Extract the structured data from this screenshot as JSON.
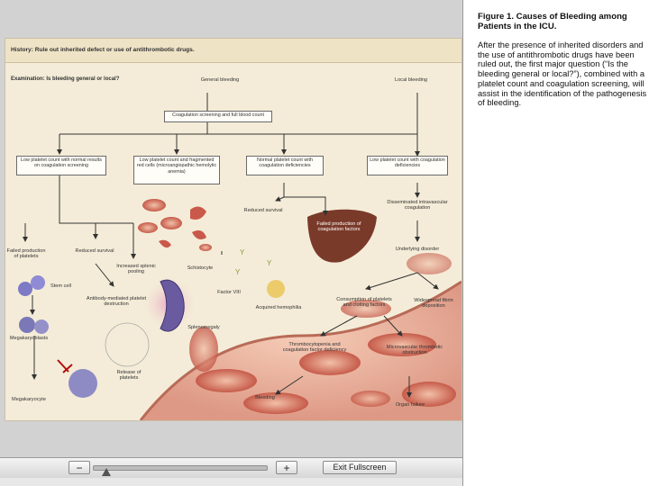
{
  "sidebar": {
    "figure_title": "Figure 1. Causes of Bleeding among Patients in the ICU.",
    "caption": "After the presence of inherited disorders and the use of antithrombotic drugs have been ruled out, the first major question (“Is the bleeding general or local?”), combined with a platelet count and coagulation screening, will assist in the identification of the pathogenesis of bleeding."
  },
  "figure": {
    "history": "History: Rule out inherited defect or use of antithrombotic drugs.",
    "examination": "Examination: Is bleeding general or local?",
    "general": "General bleeding",
    "local": "Local bleeding",
    "coag_box": "Coagulation screening and full blood count",
    "box1": "Low platelet count with normal results on coagulation screening",
    "box2": "Low platelet count and fragmented red cells (microangiopathic hemolytic anemia)",
    "box3": "Normal platelet count with coagulation deficiencies",
    "box4": "Low platelet count with coagulation deficiencies",
    "failed_platelets": "Failed production of platelets",
    "reduced_survival_a": "Reduced survival",
    "increased_pooling": "Increased splenic pooling",
    "schistocyte": "Schistocyte",
    "stem_cell": "Stem cell",
    "antibody": "Antibody-mediated platelet destruction",
    "splenomegaly": "Splenomegaly",
    "megakaryoblasts": "Megakaryoblasts",
    "megakaryocyte": "Megakaryocyte",
    "release_platelets": "Release of platelets",
    "reduced_survival_b": "Reduced survival",
    "failed_coag": "Failed production of coagulation factors",
    "factor_viii": "Factor VIII",
    "acquired_hemophilia": "Acquired hemophilia",
    "dic": "Disseminated intravascular coagulation",
    "underlying": "Underlying disorder",
    "consumption": "Consumption of platelets and clotting factors",
    "fibrin": "Widespread fibrin deposition",
    "thrombocytopenia": "Thrombocytopenia and coagulation factor deficiency",
    "micro": "Microvascular thrombotic obstruction",
    "bleeding": "Bleeding",
    "organ_failure": "Organ failure"
  },
  "toolbar": {
    "minus": "−",
    "plus": "+",
    "exit": "Exit Fullscreen",
    "zoom_fraction": 0.05
  }
}
